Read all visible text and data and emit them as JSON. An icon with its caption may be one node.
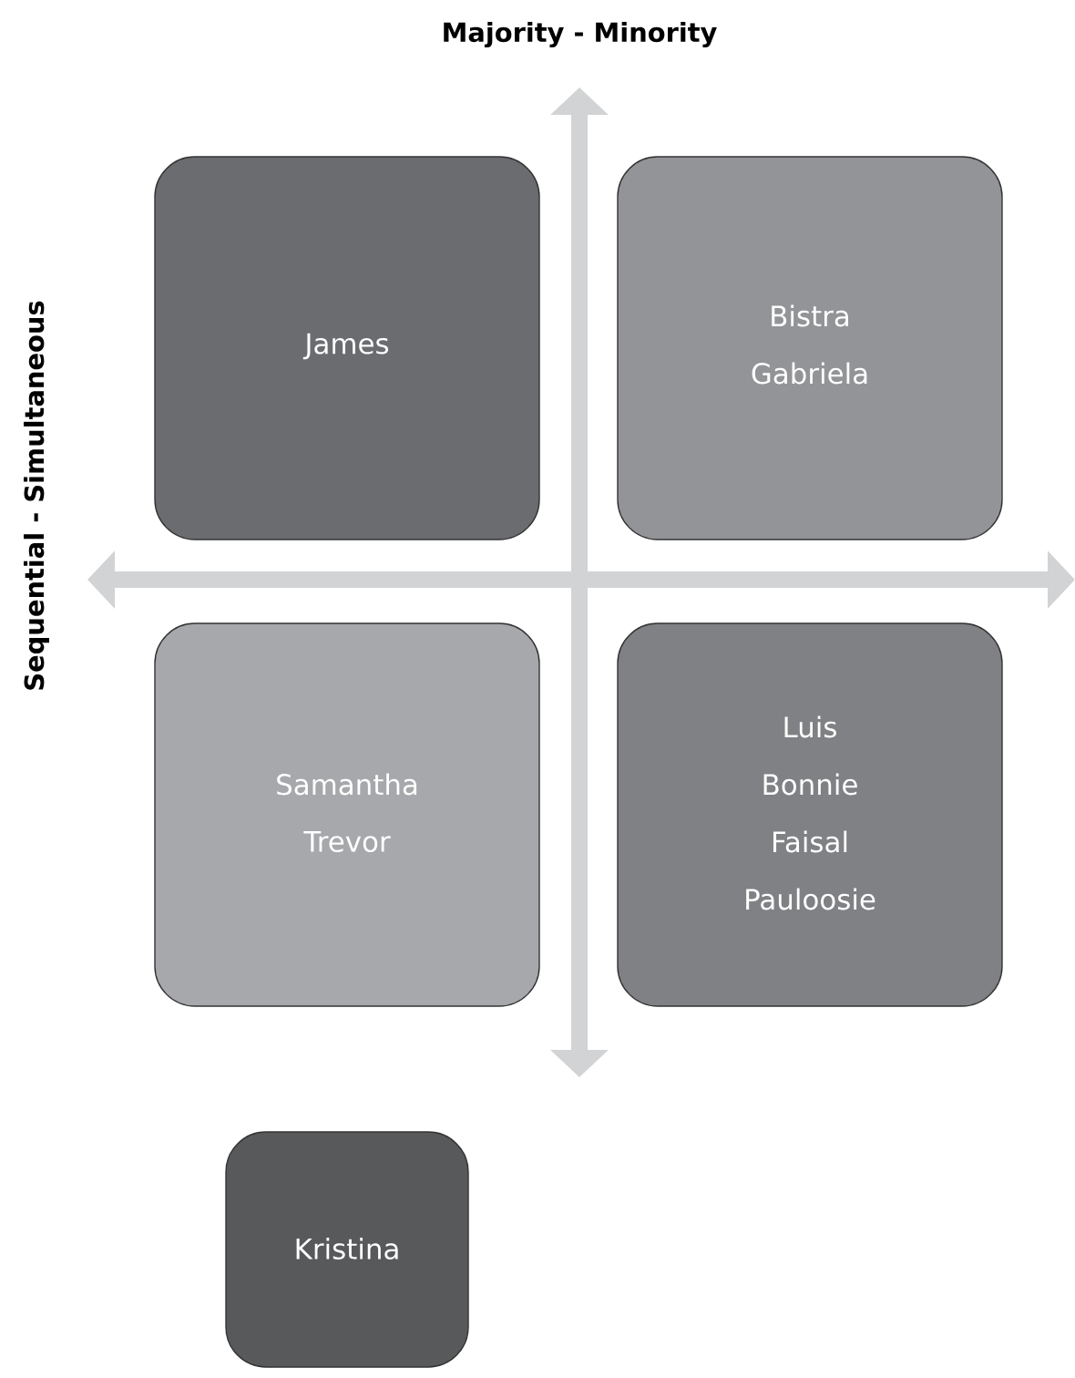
{
  "diagram": {
    "nodes": [
      {
        "text": [
          "James"
        ]
      },
      {
        "text": [
          "Bistra",
          "Gabriela"
        ]
      },
      {
        "text": [
          "Samantha",
          "Trevor"
        ]
      },
      {
        "text": [
          "Luis",
          "Bonnie",
          "Faisal",
          "Pauloosie"
        ]
      },
      {
        "text": [
          "Kristina"
        ]
      }
    ],
    "labels": [
      "Majority - Minority",
      "Sequential - Simultaneous"
    ]
  }
}
